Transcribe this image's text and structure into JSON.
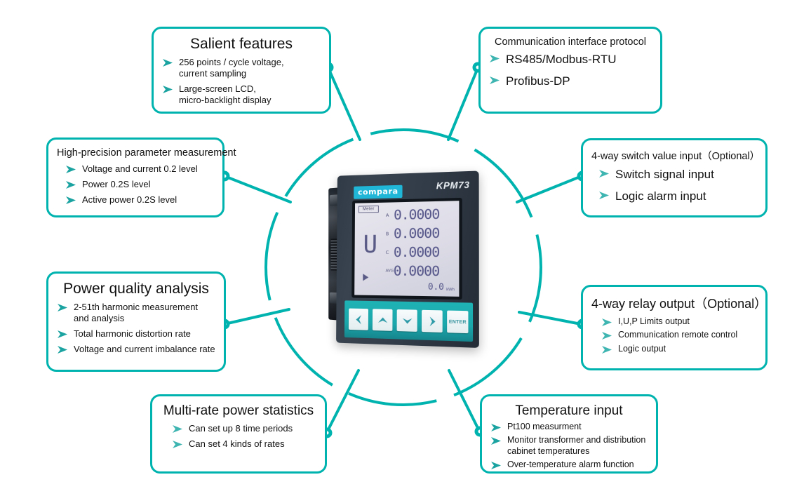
{
  "theme": {
    "accent": "#00b3ae",
    "bullet": "#1aa3a0",
    "text": "#111111",
    "brand_bg": "#1fb6d8"
  },
  "boxes": {
    "salient": {
      "title": "Salient features",
      "items": [
        "256 points / cycle voltage,\ncurrent sampling",
        "Large-screen LCD,\nmicro-backlight display"
      ]
    },
    "communication": {
      "title": "Communication interface protocol",
      "items": [
        "RS485/Modbus-RTU",
        "Profibus-DP"
      ]
    },
    "precision": {
      "title": "High-precision parameter measurement",
      "items": [
        "Voltage and current 0.2 level",
        "Power 0.2S level",
        "Active power 0.2S level"
      ]
    },
    "switch_input": {
      "title": "4-way switch value input（Optional）",
      "items": [
        "Switch signal input",
        "Logic alarm input"
      ]
    },
    "power_quality": {
      "title": "Power quality analysis",
      "items": [
        "2-51th harmonic measurement\nand analysis",
        "Total harmonic distortion rate",
        "Voltage and current imbalance rate"
      ]
    },
    "relay_output": {
      "title": "4-way relay output（Optional）",
      "items": [
        "I,U,P Limits output",
        "Communication remote control",
        "Logic output"
      ]
    },
    "multi_rate": {
      "title": "Multi-rate power statistics",
      "items": [
        "Can set up 8 time periods",
        "Can set 4 kinds of rates"
      ]
    },
    "temperature": {
      "title": "Temperature input",
      "items": [
        "Pt100 measurment",
        "Monitor transformer and distribution\ncabinet temperatures",
        "Over-temperature alarm function"
      ]
    }
  },
  "device": {
    "brand": "compara",
    "model": "KPM73",
    "lcd": {
      "mode_tag": "Meter",
      "quantity_symbol": "U",
      "rows": [
        {
          "phase": "A",
          "value": "0.0000"
        },
        {
          "phase": "B",
          "value": "0.0000"
        },
        {
          "phase": "C",
          "value": "0.0000"
        },
        {
          "phase": "AVG",
          "value": "0.0000"
        }
      ],
      "energy_value": "0.0",
      "energy_unit": "kWh"
    },
    "keys": [
      {
        "name": "left",
        "label": "◀"
      },
      {
        "name": "up",
        "label": "▲"
      },
      {
        "name": "down",
        "label": "▼"
      },
      {
        "name": "right",
        "label": "▶"
      },
      {
        "name": "enter",
        "label": "ENTER"
      }
    ]
  }
}
